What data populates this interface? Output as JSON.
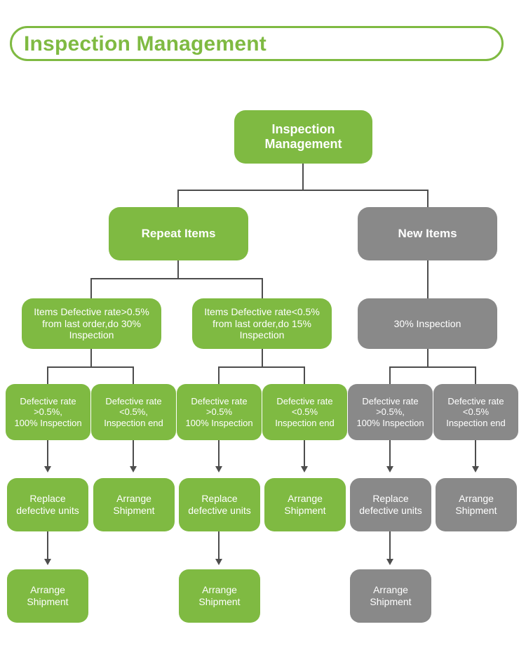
{
  "header": {
    "title": "Inspection Management",
    "accent_color": "#7fba42",
    "border_color": "#7fba42"
  },
  "palette": {
    "green": "#7fba42",
    "gray": "#898989",
    "connector": "#4d4d4d",
    "node_text": "#ffffff",
    "background": "#ffffff"
  },
  "diagram": {
    "type": "tree-flowchart",
    "root": {
      "label": "Inspection\nManagement",
      "color": "green"
    },
    "level1": [
      {
        "label": "Repeat Items",
        "color": "green"
      },
      {
        "label": "New Items",
        "color": "gray"
      }
    ],
    "level2": [
      {
        "label": "Items Defective rate>0.5%\nfrom last order,do 30%\nInspection",
        "color": "green"
      },
      {
        "label": "Items Defective rate<0.5%\nfrom last order,do 15%\nInspection",
        "color": "green"
      },
      {
        "label": "30% Inspection",
        "color": "gray"
      }
    ],
    "level3": [
      {
        "label": "Defective rate\n>0.5%,\n100% Inspection",
        "color": "green"
      },
      {
        "label": "Defective rate\n<0.5%,\nInspection end",
        "color": "green"
      },
      {
        "label": "Defective rate\n>0.5%\n100% Inspection",
        "color": "green"
      },
      {
        "label": "Defective rate\n<0.5%\nInspection end",
        "color": "green"
      },
      {
        "label": "Defective rate\n>0.5%,\n100% Inspection",
        "color": "gray"
      },
      {
        "label": "Defective rate\n<0.5%\nInspection end",
        "color": "gray"
      }
    ],
    "level4": [
      {
        "label": "Replace\ndefective units",
        "color": "green"
      },
      {
        "label": "Arrange\nShipment",
        "color": "green"
      },
      {
        "label": "Replace\ndefective units",
        "color": "green"
      },
      {
        "label": "Arrange\nShipment",
        "color": "green"
      },
      {
        "label": "Replace\ndefective units",
        "color": "gray"
      },
      {
        "label": "Arrange\nShipment",
        "color": "gray"
      }
    ],
    "level5": [
      {
        "label": "Arrange\nShipment",
        "color": "green"
      },
      {
        "label": "Arrange\nShipment",
        "color": "green"
      },
      {
        "label": "Arrange\nShipment",
        "color": "gray"
      }
    ]
  }
}
